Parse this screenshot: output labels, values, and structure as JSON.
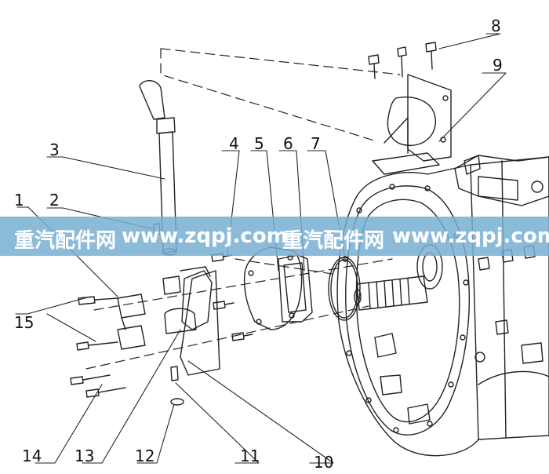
{
  "watermark": {
    "cn1": "重汽配件网",
    "url1": "www.zqpj.com",
    "cn2": "重汽配件网",
    "url2": "www.zqpj.com",
    "band_color": "#78afd2"
  },
  "callouts": [
    "1",
    "2",
    "3",
    "4",
    "5",
    "6",
    "7",
    "8",
    "9",
    "10",
    "11",
    "12",
    "13",
    "14",
    "15"
  ]
}
